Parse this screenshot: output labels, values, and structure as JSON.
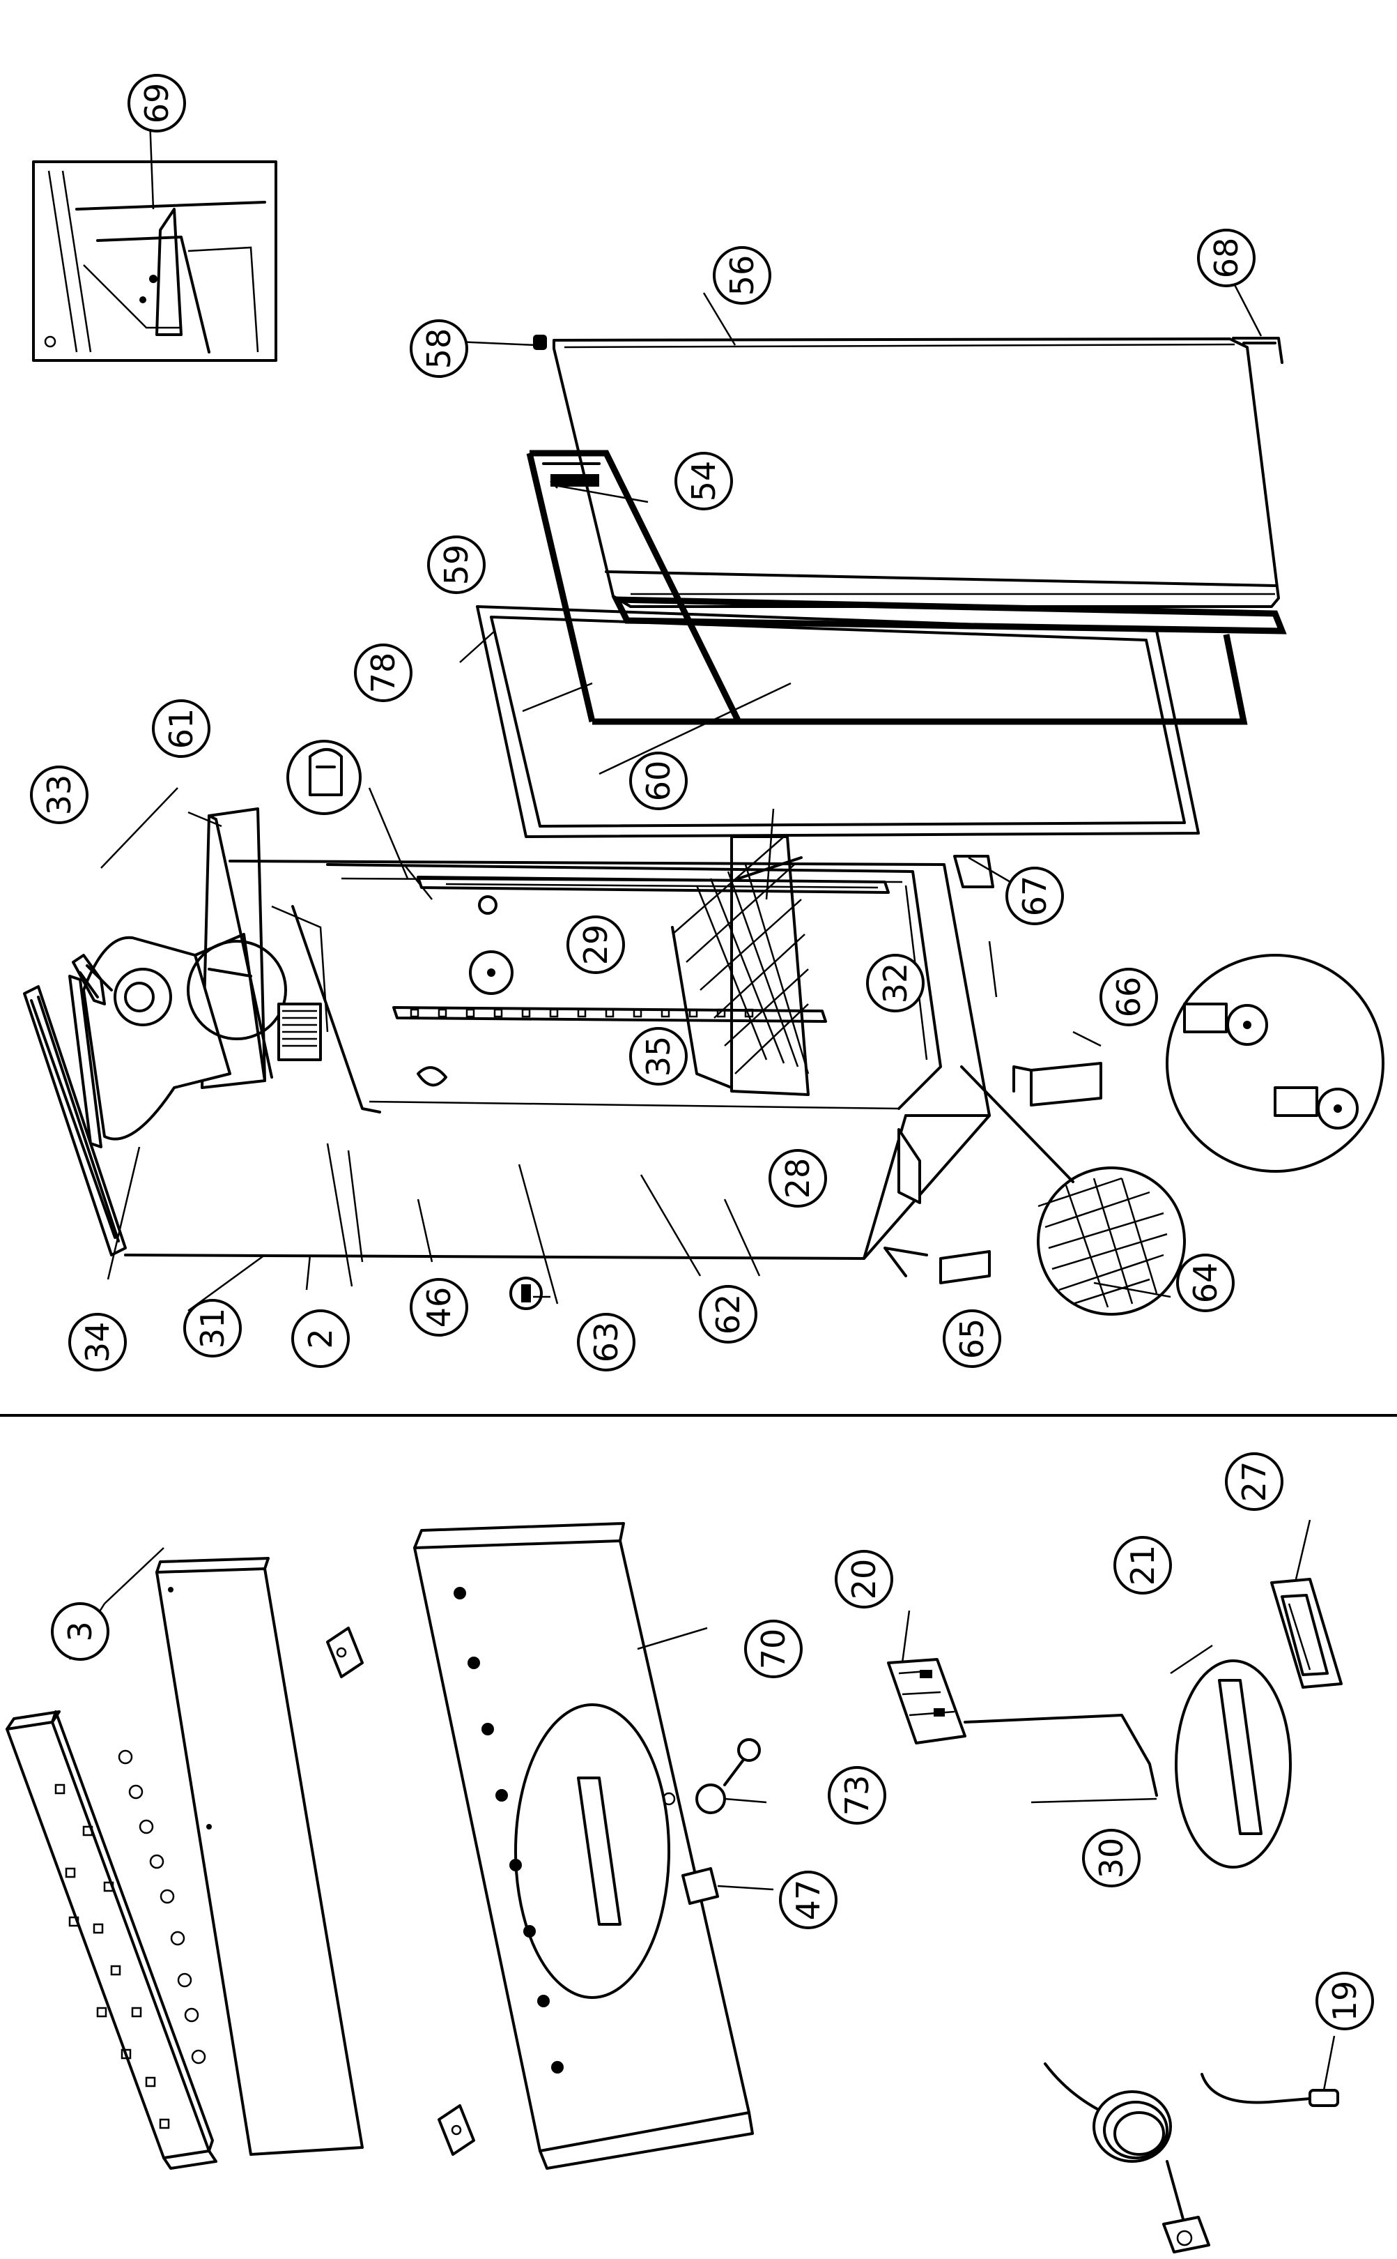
{
  "figure": {
    "callouts": [
      "69",
      "56",
      "68",
      "58",
      "54",
      "59",
      "78",
      "61",
      "33",
      "60",
      "29",
      "32",
      "35",
      "67",
      "66",
      "28",
      "34",
      "31",
      "2",
      "46",
      "63",
      "62",
      "65",
      "64",
      "3",
      "70",
      "20",
      "27",
      "21",
      "73",
      "47",
      "30",
      "19"
    ]
  }
}
